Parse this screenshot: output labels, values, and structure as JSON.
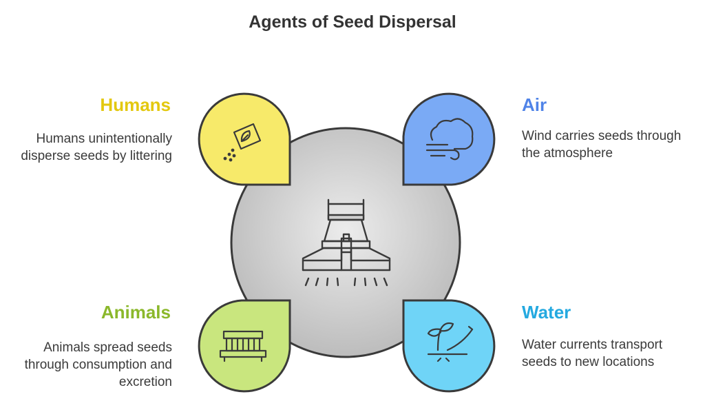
{
  "title": "Agents of Seed Dispersal",
  "center_icon": "seed-drill-icon",
  "agents": [
    {
      "key": "humans",
      "name": "Humans",
      "description": "Humans unintentionally disperse seeds by littering",
      "color": "#f7ea6a",
      "label_color": "#e3c80f",
      "icon": "seed-packet-icon"
    },
    {
      "key": "air",
      "name": "Air",
      "description": "Wind carries seeds through the atmosphere",
      "color": "#7aaaf5",
      "label_color": "#4f83e8",
      "icon": "wind-cloud-icon"
    },
    {
      "key": "animals",
      "name": "Animals",
      "description": "Animals spread seeds through consumption and excretion",
      "color": "#c9e67e",
      "label_color": "#8bb82b",
      "icon": "feeder-icon"
    },
    {
      "key": "water",
      "name": "Water",
      "description": "Water currents transport seeds to new locations",
      "color": "#6fd4f7",
      "label_color": "#24a9e0",
      "icon": "sprouting-seed-icon"
    }
  ]
}
